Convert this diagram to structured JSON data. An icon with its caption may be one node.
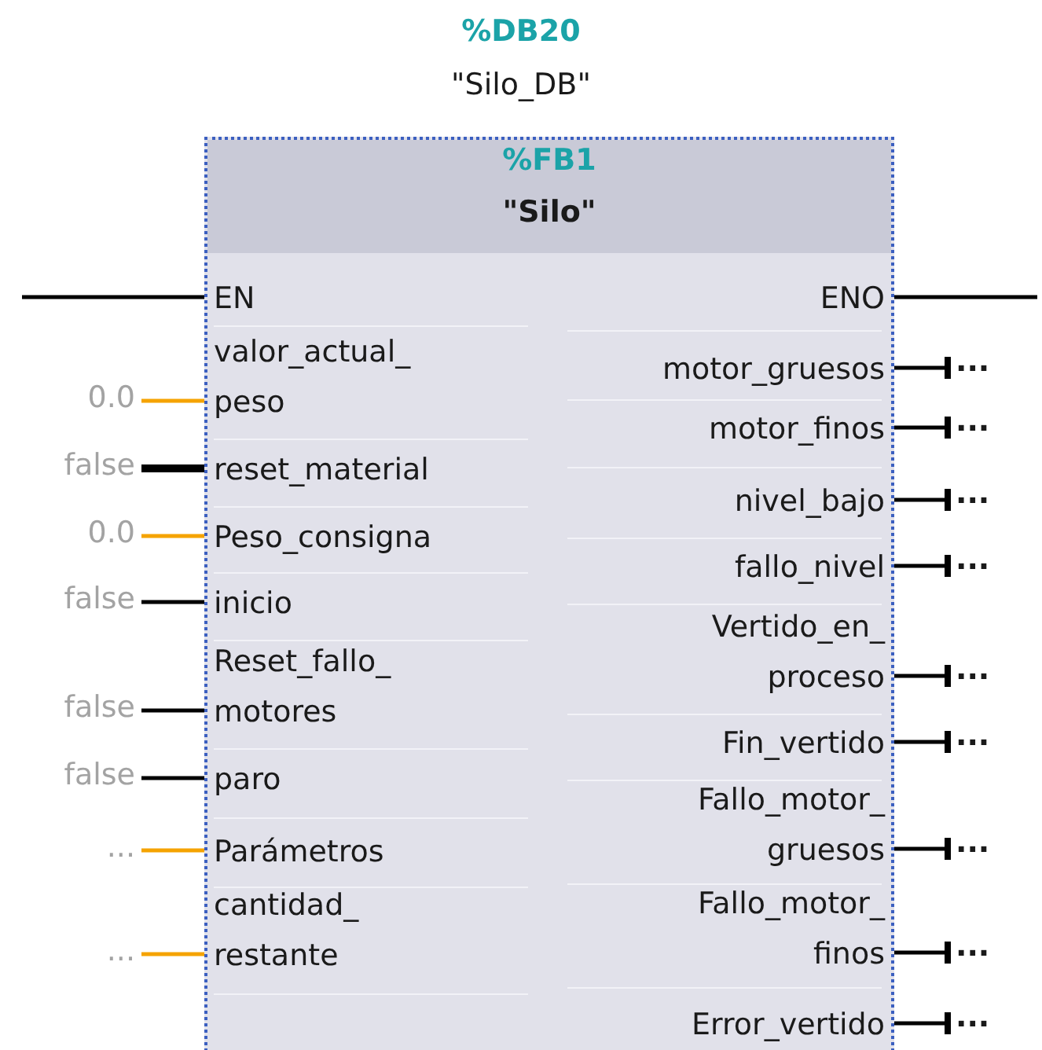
{
  "diagram": {
    "nodes": [
      {
        "text": [
          "%FB1",
          "\"Silo\""
        ],
        "beside": [
          "%DB20",
          "\"Silo_DB\""
        ]
      },
      {
        "text": [
          "EN"
        ],
        "in": 0
      },
      {
        "text": [
          "ENO"
        ],
        "in": 0
      },
      {
        "text": [
          "0.0"
        ]
      },
      {
        "text": [
          "valor_actual_ peso"
        ],
        "in": 0
      },
      {
        "text": [
          "false"
        ]
      },
      {
        "text": [
          "reset_material"
        ],
        "in": 0
      },
      {
        "text": [
          "0.0"
        ]
      },
      {
        "text": [
          "Peso_consigna"
        ],
        "in": 0
      },
      {
        "text": [
          "false"
        ]
      },
      {
        "text": [
          "inicio"
        ],
        "in": 0
      },
      {
        "text": [
          "false"
        ]
      },
      {
        "text": [
          "Reset_fallo_ motores"
        ],
        "in": 0
      },
      {
        "text": [
          "false"
        ]
      },
      {
        "text": [
          "paro"
        ],
        "in": 0
      },
      {
        "text": [
          "..."
        ]
      },
      {
        "text": [
          "Parámetros"
        ],
        "in": 0
      },
      {
        "text": [
          "..."
        ]
      },
      {
        "text": [
          "cantidad_ restante"
        ],
        "in": 0
      },
      {
        "text": [
          "motor_gruesos"
        ],
        "in": 0
      },
      {
        "text": [
          "..."
        ]
      },
      {
        "text": [
          "motor_finos"
        ],
        "in": 0
      },
      {
        "text": [
          "..."
        ]
      },
      {
        "text": [
          "nivel_bajo"
        ],
        "in": 0
      },
      {
        "text": [
          "..."
        ]
      },
      {
        "text": [
          "fallo_nivel"
        ],
        "in": 0
      },
      {
        "text": [
          "..."
        ]
      },
      {
        "text": [
          "Vertido_en_ proceso"
        ],
        "in": 0
      },
      {
        "text": [
          "..."
        ]
      },
      {
        "text": [
          "Fin_vertido"
        ],
        "in": 0
      },
      {
        "text": [
          "..."
        ]
      },
      {
        "text": [
          "Fallo_motor_ gruesos"
        ],
        "in": 0
      },
      {
        "text": [
          "..."
        ]
      },
      {
        "text": [
          "Fallo_motor_ finos"
        ],
        "in": 0
      },
      {
        "text": [
          "..."
        ]
      },
      {
        "text": [
          "Error_vertido"
        ],
        "in": 0
      },
      {
        "text": [
          "..."
        ]
      }
    ],
    "edges": [
      {
        "from": null,
        "to": 1,
        "arrow": "none"
      },
      {
        "from": 2,
        "to": null,
        "arrow": "none"
      },
      {
        "from": 3,
        "to": 4,
        "arrow": "none",
        "color": "#f5a300"
      },
      {
        "from": 5,
        "to": 6,
        "arrow": "none",
        "style": "thick"
      },
      {
        "from": 7,
        "to": 8,
        "arrow": "none",
        "color": "#f5a300"
      },
      {
        "from": 9,
        "to": 10,
        "arrow": "none"
      },
      {
        "from": 11,
        "to": 12,
        "arrow": "none"
      },
      {
        "from": 13,
        "to": 14,
        "arrow": "none"
      },
      {
        "from": 15,
        "to": 16,
        "arrow": "none",
        "color": "#f5a300"
      },
      {
        "from": 17,
        "to": 18,
        "arrow": "none",
        "color": "#f5a300"
      },
      {
        "from": 19,
        "to": 20,
        "arrow": "other"
      },
      {
        "from": 21,
        "to": 22,
        "arrow": "other"
      },
      {
        "from": 23,
        "to": 24,
        "arrow": "other"
      },
      {
        "from": 25,
        "to": 26,
        "arrow": "other"
      },
      {
        "from": 27,
        "to": 28,
        "arrow": "other"
      },
      {
        "from": 29,
        "to": 30,
        "arrow": "other"
      },
      {
        "from": 31,
        "to": 32,
        "arrow": "other"
      },
      {
        "from": 33,
        "to": 34,
        "arrow": "other"
      },
      {
        "from": 35,
        "to": 36,
        "arrow": "other"
      }
    ]
  }
}
